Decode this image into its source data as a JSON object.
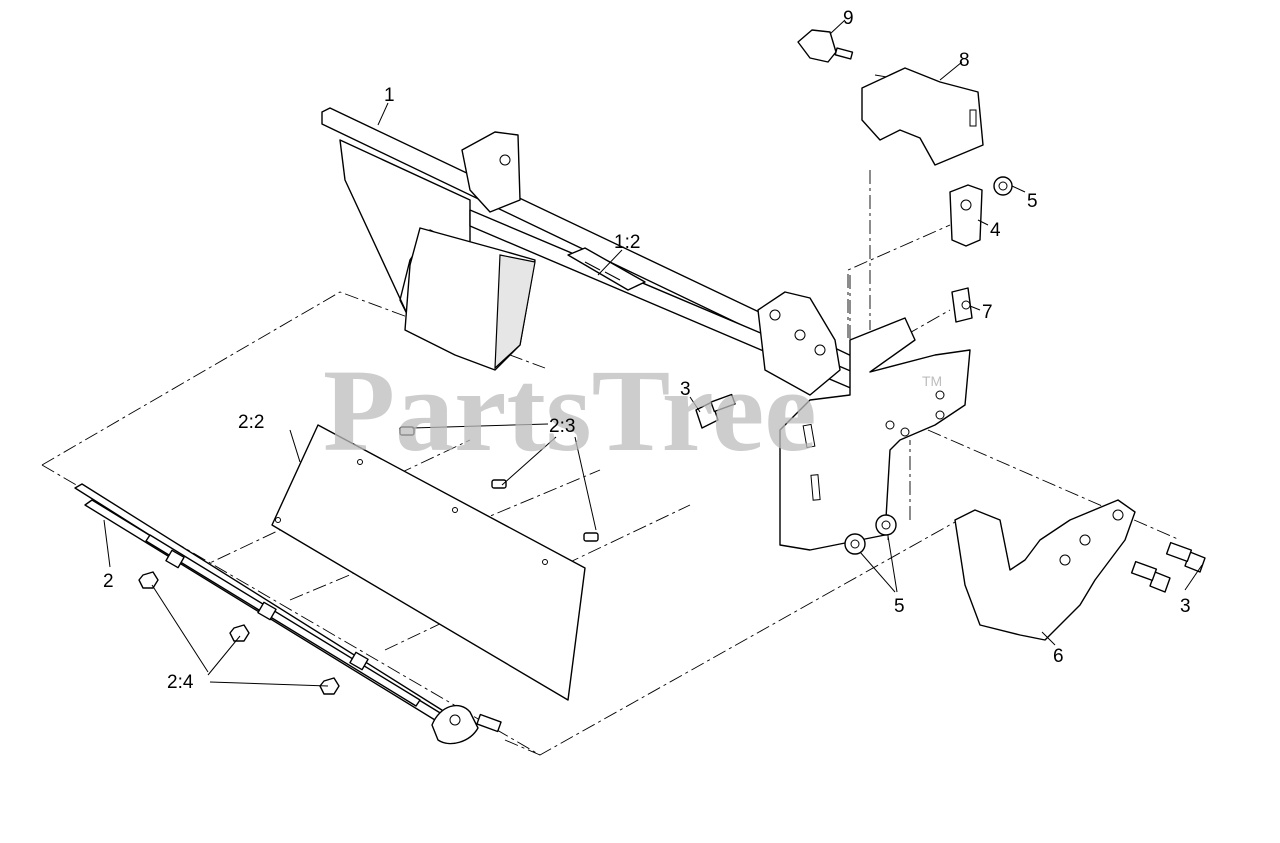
{
  "watermark": {
    "text": "PartsTree",
    "trademark": "TM"
  },
  "callouts": {
    "c1": "1",
    "c1_2": "1:2",
    "c2": "2",
    "c2_2": "2:2",
    "c2_3": "2:3",
    "c2_4": "2:4",
    "c3_top": "3",
    "c3_right": "3",
    "c4": "4",
    "c5_top": "5",
    "c5_bottom": "5",
    "c6": "6",
    "c7": "7",
    "c8": "8",
    "c9": "9"
  },
  "colors": {
    "line": "#000000",
    "watermark": "#bdbdbd",
    "background": "#ffffff"
  }
}
